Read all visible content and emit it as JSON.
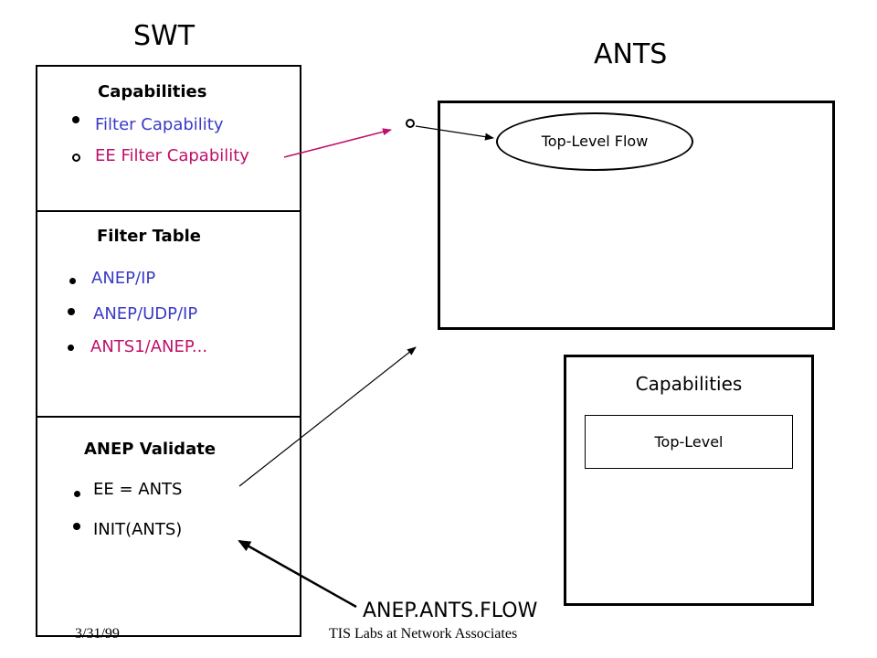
{
  "swt": {
    "title": "SWT",
    "capabilities": {
      "header": "Capabilities",
      "items": [
        "Filter Capability",
        "EE Filter Capability"
      ]
    },
    "filter_table": {
      "header": "Filter Table",
      "items": [
        "ANEP/IP",
        "ANEP/UDP/IP",
        "ANTS1/ANEP..."
      ]
    },
    "anep_validate": {
      "header": "ANEP Validate",
      "items": [
        "EE = ANTS",
        "INIT(ANTS)"
      ]
    }
  },
  "ants": {
    "title": "ANTS",
    "flow_label": "Top-Level Flow",
    "capabilities": {
      "header": "Capabilities",
      "inner_label": "Top-Level"
    }
  },
  "annotation": "ANEP.ANTS.FLOW",
  "footer": {
    "date": "3/31/99",
    "org": "TIS Labs at Network Associates"
  },
  "colors": {
    "blue_text": "#3a3ac8",
    "pink_text": "#c0106a",
    "pink_arrow": "#c0106a"
  }
}
